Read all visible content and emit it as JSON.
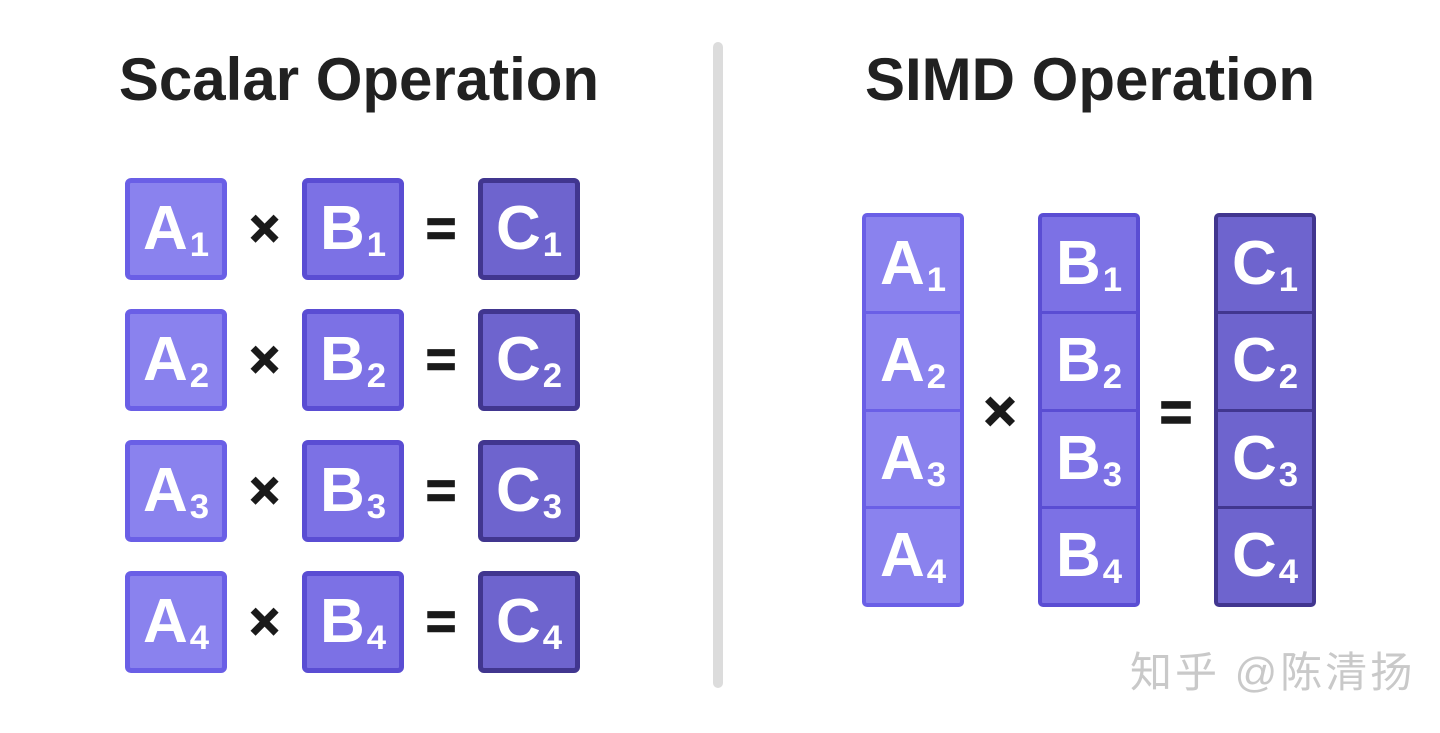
{
  "scalar": {
    "title": "Scalar Operation",
    "operators": {
      "times": "×",
      "equals": "="
    },
    "rows": [
      {
        "a": {
          "letter": "A",
          "sub": "1"
        },
        "b": {
          "letter": "B",
          "sub": "1"
        },
        "c": {
          "letter": "C",
          "sub": "1"
        }
      },
      {
        "a": {
          "letter": "A",
          "sub": "2"
        },
        "b": {
          "letter": "B",
          "sub": "2"
        },
        "c": {
          "letter": "C",
          "sub": "2"
        }
      },
      {
        "a": {
          "letter": "A",
          "sub": "3"
        },
        "b": {
          "letter": "B",
          "sub": "3"
        },
        "c": {
          "letter": "C",
          "sub": "3"
        }
      },
      {
        "a": {
          "letter": "A",
          "sub": "4"
        },
        "b": {
          "letter": "B",
          "sub": "4"
        },
        "c": {
          "letter": "C",
          "sub": "4"
        }
      }
    ]
  },
  "simd": {
    "title": "SIMD Operation",
    "operators": {
      "times": "×",
      "equals": "="
    },
    "vector_a": [
      {
        "letter": "A",
        "sub": "1"
      },
      {
        "letter": "A",
        "sub": "2"
      },
      {
        "letter": "A",
        "sub": "3"
      },
      {
        "letter": "A",
        "sub": "4"
      }
    ],
    "vector_b": [
      {
        "letter": "B",
        "sub": "1"
      },
      {
        "letter": "B",
        "sub": "2"
      },
      {
        "letter": "B",
        "sub": "3"
      },
      {
        "letter": "B",
        "sub": "4"
      }
    ],
    "vector_c": [
      {
        "letter": "C",
        "sub": "1"
      },
      {
        "letter": "C",
        "sub": "2"
      },
      {
        "letter": "C",
        "sub": "3"
      },
      {
        "letter": "C",
        "sub": "4"
      }
    ]
  },
  "watermark": {
    "text": "知乎 @陈清扬"
  },
  "colors": {
    "background": "#FFFFFF",
    "title_text": "#212121",
    "operator": "#1A1A1A",
    "box_text": "#FFFFFF",
    "vector_a_fill": "#8A82EE",
    "vector_a_border": "#6A5FE6",
    "vector_b_fill": "#7C71E5",
    "vector_b_border": "#5A4DD3",
    "vector_c_fill": "#6E64CE",
    "vector_c_border": "#41368F",
    "divider": "#DCDCDC",
    "watermark": "#C9C9C9"
  }
}
